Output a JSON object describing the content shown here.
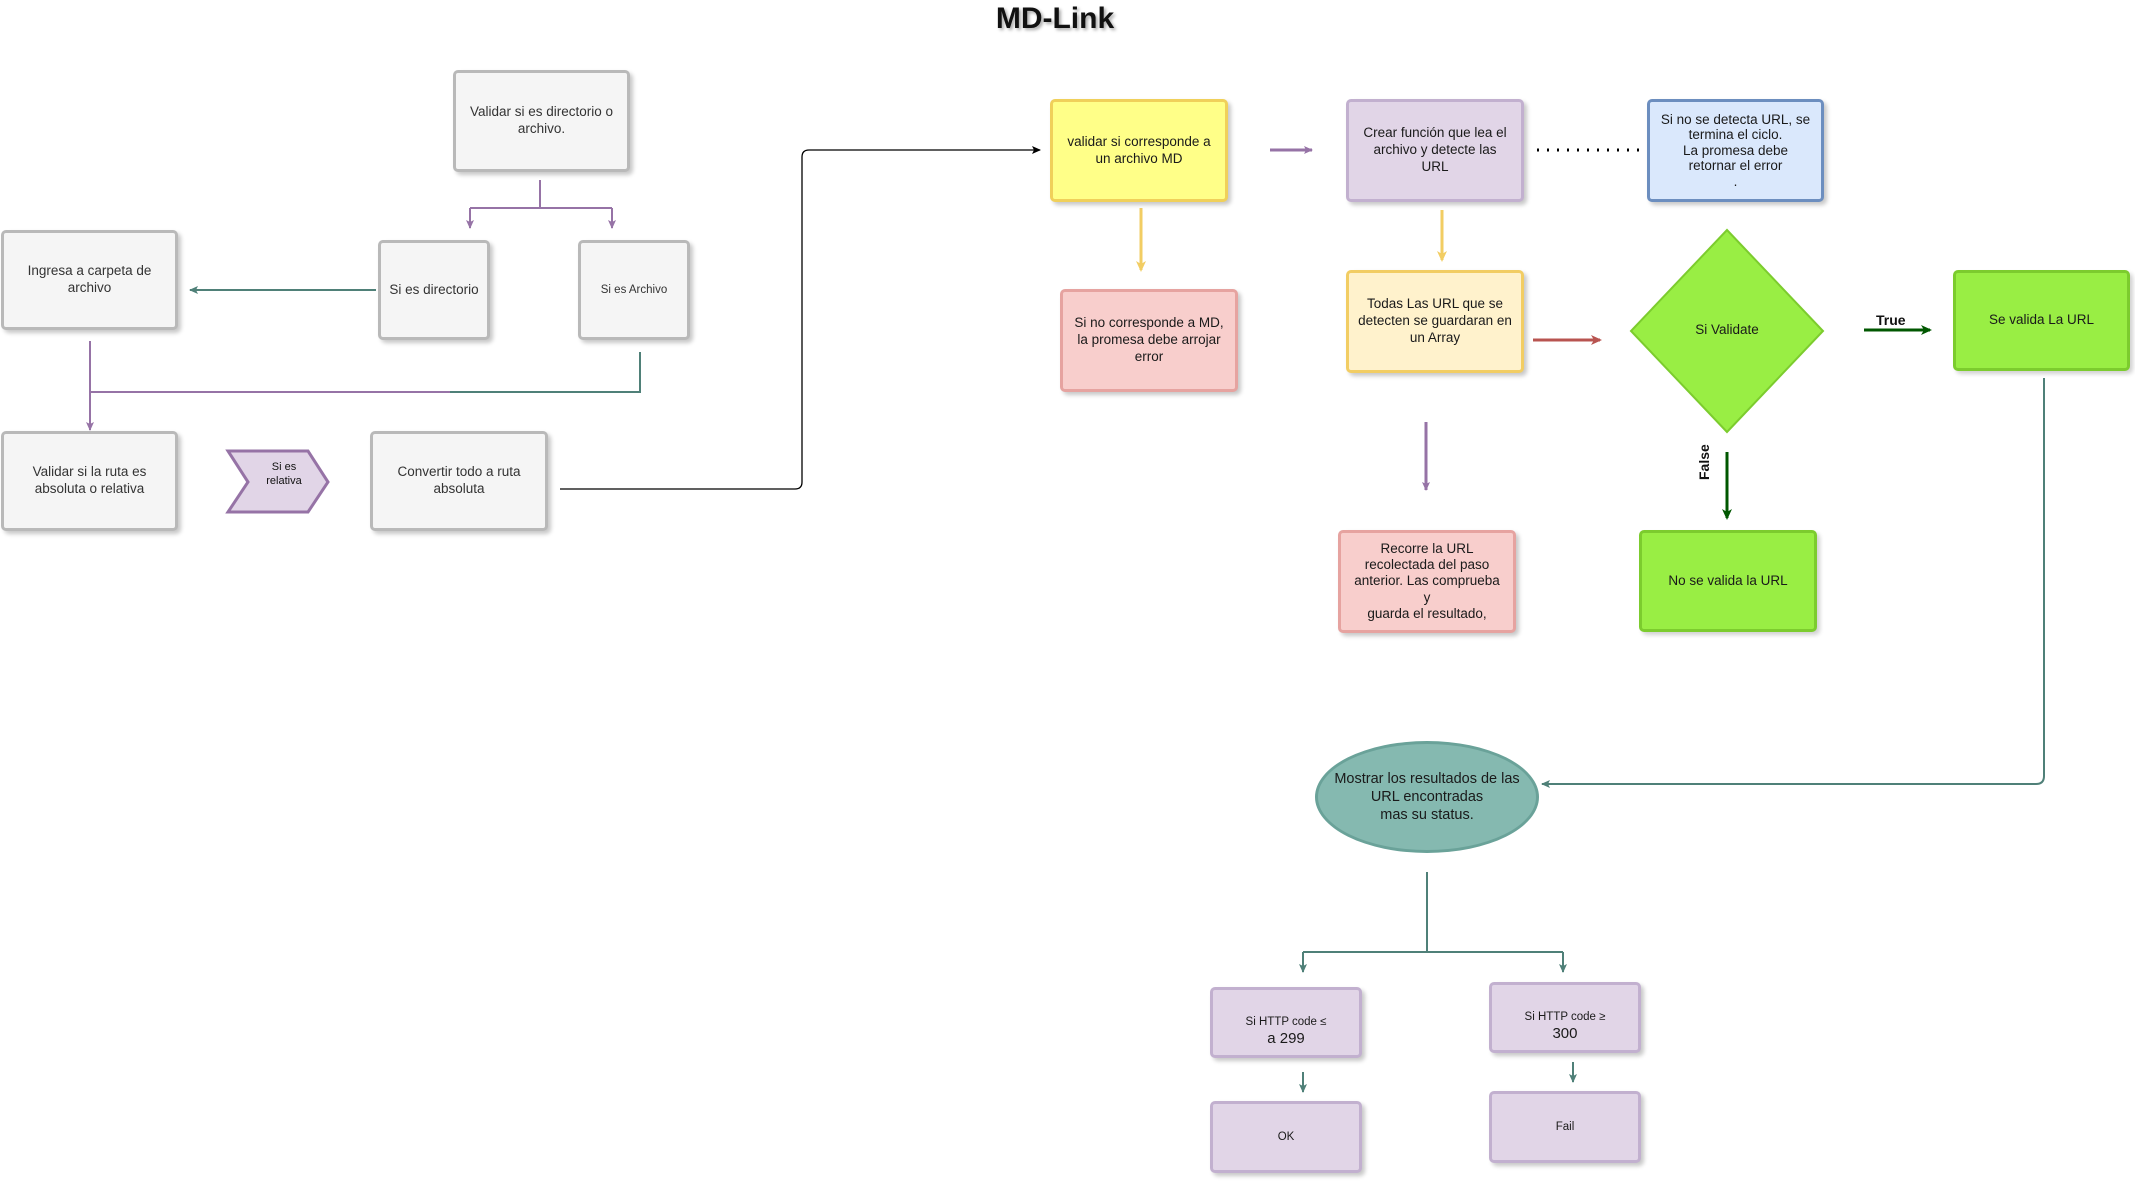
{
  "title": "MD-Link",
  "nodes": {
    "validar_dir": "Validar si es directorio o\narchivo.",
    "ingresa": "Ingresa  a carpeta de\narchivo",
    "si_directorio": "Si es directorio",
    "si_archivo": "Si es Archivo",
    "validar_ruta": "Validar si la  ruta es\nabsoluta  o  relativa",
    "si_relativa": "Si es\nrelativa",
    "convertir": "Convertir todo a ruta\nabsoluta",
    "validar_md": "validar  si  corresponde  a\nun  archivo MD",
    "no_md": "Si no corresponde a MD,\nla promesa debe arrojar\nerror",
    "crear_funcion": "Crear función que lea el\narchivo  y detecte las\nURL",
    "no_url": "Si no se detecta URL, se\ntermina  el  ciclo.\nLa  promesa  debe\nretornar  el  error\n.",
    "todas_url": "Todas Las URL que se\ndetecten  se guardaran en\nun Array",
    "si_validate": "Si Validate",
    "se_valida": "Se valida La URL",
    "recorre": "Recorre la URL\nrecolectada  del paso\nanterior. Las comprueba y\nguarda el resultado,",
    "no_valida": "No se valida la URL",
    "mostrar": "Mostrar  los resultados de  las\nURL encontradas\nmas su status.",
    "http_le_prefix": "Si HTTP code  ≤",
    "http_le_value": "a 299",
    "http_ge_prefix": "Si HTTP code  ≥",
    "http_ge_value": "300",
    "ok": "OK",
    "fail": "Fail"
  },
  "edge_labels": {
    "true": "True",
    "false": "False"
  },
  "colors": {
    "purple_arrow": "#9673a6",
    "teal_arrow": "#4f8078",
    "yellow_arrow": "#f2cd63",
    "red_arrow": "#b85450",
    "green_arrow": "#005700",
    "black_arrow": "#000000"
  }
}
